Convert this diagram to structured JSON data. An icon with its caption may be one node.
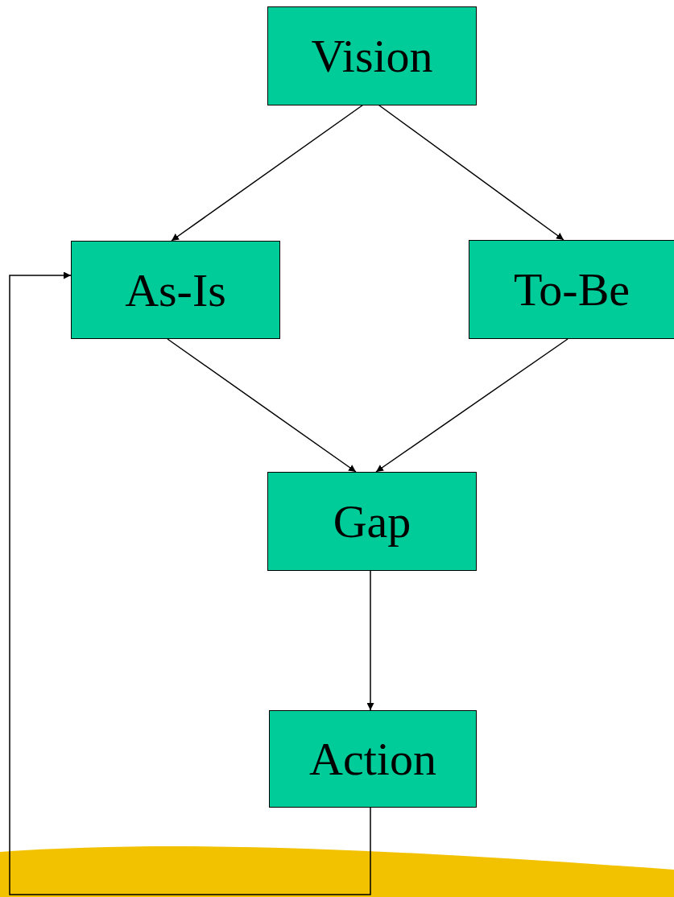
{
  "diagram": {
    "nodes": [
      {
        "text": [
          "Vision"
        ]
      },
      {
        "text": [
          "As-Is"
        ]
      },
      {
        "text": [
          "To-Be"
        ]
      },
      {
        "text": [
          "Gap"
        ]
      },
      {
        "text": [
          "Action"
        ]
      }
    ],
    "edges": [
      {
        "from": 0,
        "to": 1,
        "arrow": "to"
      },
      {
        "from": 0,
        "to": 2,
        "arrow": "to"
      },
      {
        "from": 1,
        "to": 3,
        "arrow": "to"
      },
      {
        "from": 2,
        "to": 3,
        "arrow": "to"
      },
      {
        "from": 3,
        "to": 4,
        "arrow": "to"
      },
      {
        "from": 4,
        "to": 1,
        "arrow": "to"
      }
    ]
  }
}
